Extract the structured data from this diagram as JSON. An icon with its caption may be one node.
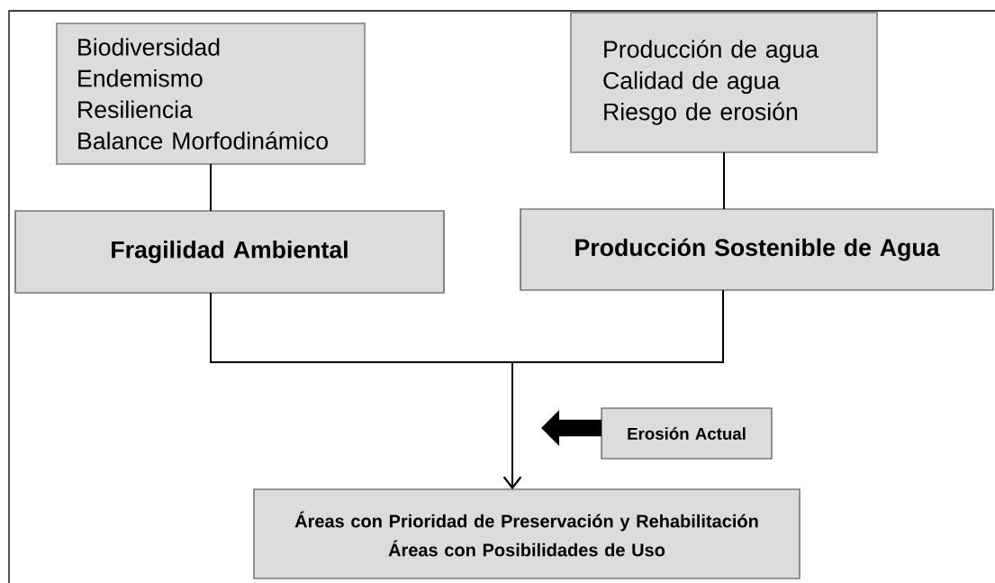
{
  "diagram": {
    "nodes": [
      {
        "text": [
          "Biodiversidad",
          "Endemismo",
          "Resiliencia",
          "Balance Morfodinámico"
        ]
      },
      {
        "text": [
          "Producción de agua",
          "Calidad de agua",
          "Riesgo de erosión"
        ]
      },
      {
        "text": [
          "Fragilidad Ambiental"
        ]
      },
      {
        "text": [
          "Producción Sostenible de Agua"
        ]
      },
      {
        "text": [
          "Erosión Actual"
        ]
      },
      {
        "text": [
          "Áreas con Prioridad de Preservación y Rehabilitación",
          "Áreas con Posibilidades de Uso"
        ]
      }
    ],
    "edges": [
      {
        "from": 0,
        "to": 2,
        "arrow": "none"
      },
      {
        "from": 1,
        "to": 3,
        "arrow": "none"
      },
      {
        "from": 2,
        "to": 5,
        "arrow": "to"
      },
      {
        "from": 3,
        "to": 5,
        "arrow": "to"
      },
      {
        "from": 4,
        "to": null,
        "arrow": "to",
        "style": "thick"
      }
    ]
  }
}
